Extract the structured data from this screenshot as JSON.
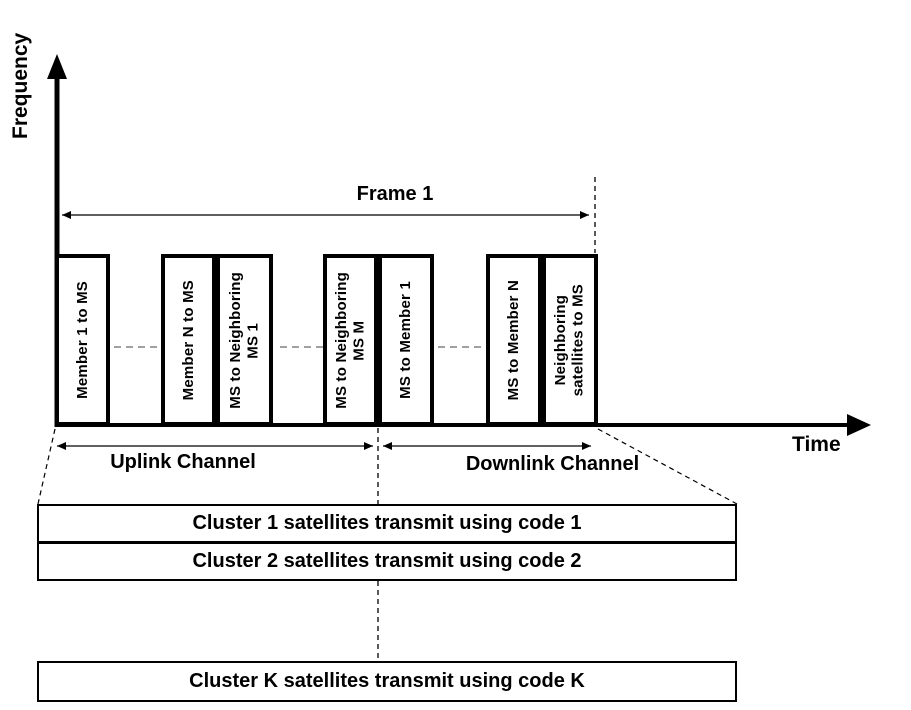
{
  "axes": {
    "y_label": "Frequency",
    "x_label": "Time"
  },
  "frame": {
    "label": "Frame 1"
  },
  "channels": {
    "uplink_label": "Uplink Channel",
    "downlink_label": "Downlink Channel"
  },
  "slots": [
    {
      "label": "Member 1 to MS"
    },
    {
      "label": "Member N to MS"
    },
    {
      "label": "MS to Neighboring\nMS 1"
    },
    {
      "label": "MS to Neighboring\nMS M"
    },
    {
      "label": "MS to Member 1"
    },
    {
      "label": "MS to Member N"
    },
    {
      "label": "Neighboring\nsatellites to MS"
    }
  ],
  "clusters": [
    {
      "label": "Cluster 1 satellites transmit using code 1"
    },
    {
      "label": "Cluster 2 satellites transmit using code 2"
    },
    {
      "label": "Cluster K satellites transmit using code K"
    }
  ],
  "colors": {
    "line": "#000000",
    "dash_gray": "#808080",
    "background": "#ffffff"
  }
}
